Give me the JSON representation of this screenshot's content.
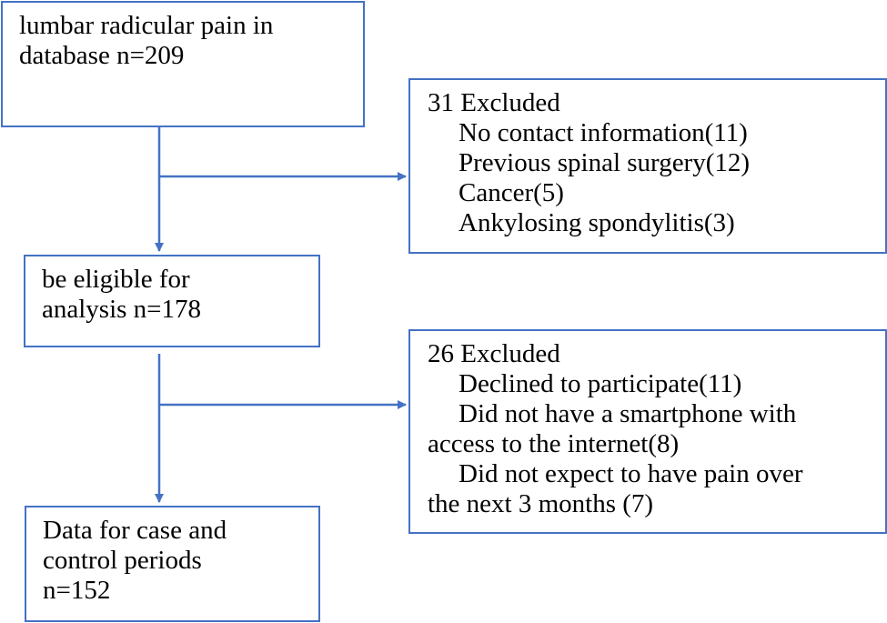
{
  "flowchart": {
    "database_box": {
      "lines": [
        "lumbar radicular pain in",
        "database n=209"
      ]
    },
    "exclusion_box_1": {
      "heading": "31 Excluded",
      "lines": [
        "No contact information(11)",
        "Previous spinal surgery(12)",
        "Cancer(5)",
        "Ankylosing spondylitis(3)"
      ]
    },
    "eligible_box": {
      "lines": [
        "be eligible for",
        "analysis n=178"
      ]
    },
    "exclusion_box_2": {
      "heading": "26 Excluded",
      "lines": [
        "Declined to participate(11)",
        "Did not have a smartphone with",
        "access to the internet(8)",
        "Did not expect to have pain over",
        "the next 3 months (7)"
      ]
    },
    "final_box": {
      "lines": [
        "Data for case and",
        "control periods",
        "n=152"
      ]
    }
  },
  "colors": {
    "border": "#4472c4",
    "arrow": "#4472c4",
    "text": "#000000",
    "background": "#ffffff"
  }
}
